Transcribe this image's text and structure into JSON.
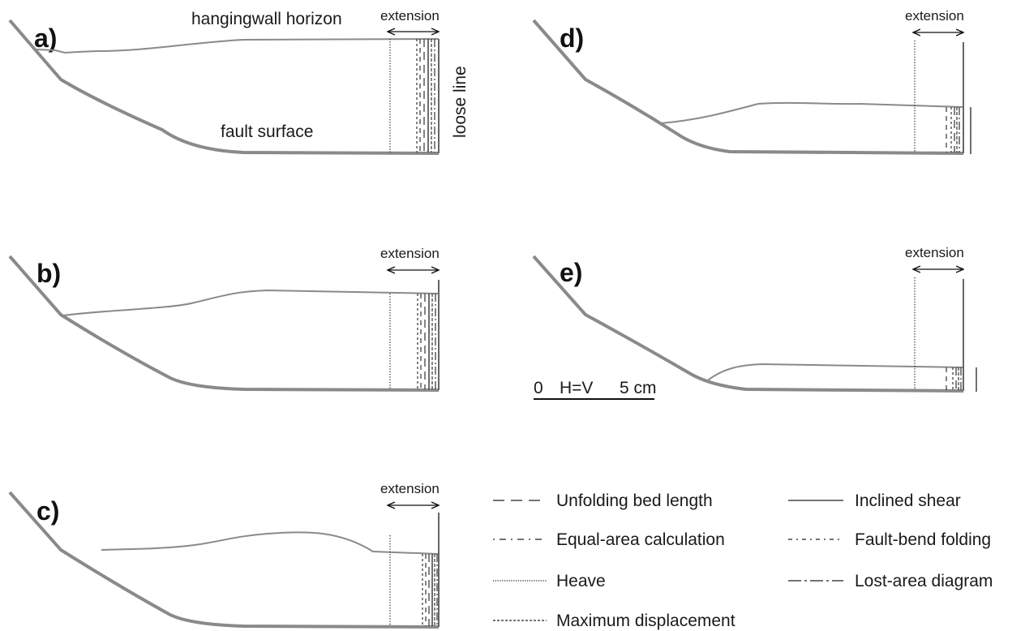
{
  "panels": [
    {
      "letter": "a)",
      "extension_label": "extension"
    },
    {
      "letter": "b)",
      "extension_label": "extension"
    },
    {
      "letter": "c)",
      "extension_label": "extension"
    },
    {
      "letter": "d)",
      "extension_label": "extension"
    },
    {
      "letter": "e)",
      "extension_label": "extension"
    }
  ],
  "annotations": {
    "hangingwall": "hangingwall horizon",
    "fault_surface": "fault surface",
    "loose_line": "loose line"
  },
  "scale_bar": {
    "zero": "0",
    "ratio": "H=V",
    "length": "5 cm"
  },
  "legend": [
    {
      "label": "Unfolding bed length",
      "style": "long-dash"
    },
    {
      "label": "Equal-area calculation",
      "style": "dash"
    },
    {
      "label": "Heave",
      "style": "dotted"
    },
    {
      "label": "Maximum displacement",
      "style": "fine-dash"
    },
    {
      "label": "Inclined shear",
      "style": "solid"
    },
    {
      "label": "Fault-bend folding",
      "style": "short-dash"
    },
    {
      "label": "Lost-area diagram",
      "style": "dash-dot"
    }
  ],
  "colors": {
    "fault_and_horizon": "#8a8a8a",
    "method_lines": "#1a1a1a"
  }
}
